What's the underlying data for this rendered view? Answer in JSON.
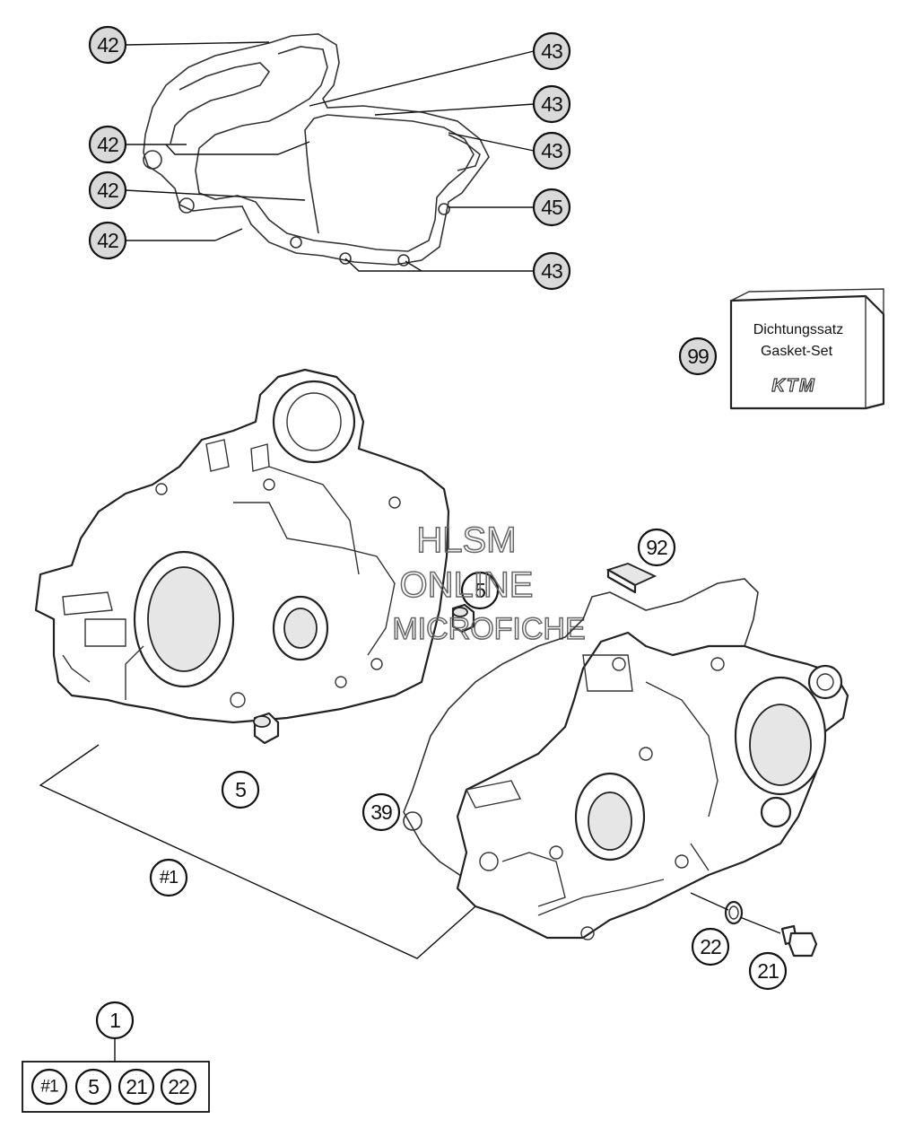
{
  "gasket_kit": {
    "line1": "Dichtungssatz",
    "line2": "Gasket-Set",
    "logo": "KTM"
  },
  "watermark": {
    "line1": "HLSM",
    "line2": "ONLINE",
    "line3": "MICROFICHE"
  },
  "callouts": {
    "c42a": "42",
    "c42b": "42",
    "c42c": "42",
    "c42d": "42",
    "c43a": "43",
    "c43b": "43",
    "c43c": "43",
    "c43d": "43",
    "c45": "45",
    "c99": "99",
    "c92": "92",
    "c5a": "5",
    "c5b": "5",
    "c39": "39",
    "c1hash": "#1",
    "c22": "22",
    "c21": "21",
    "c1": "1"
  },
  "kit_contents": [
    "#1",
    "5",
    "21",
    "22"
  ]
}
